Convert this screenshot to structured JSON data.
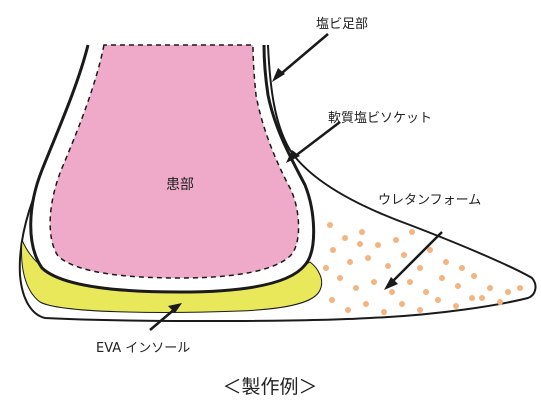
{
  "labels": {
    "pvc_foot": "塩ビ足部",
    "soft_pvc_socket": "軟質塩ビソケット",
    "affected_part": "患部",
    "urethane_foam": "ウレタンフォーム",
    "eva_insole": "EVA インソール"
  },
  "caption": "＜製作例＞",
  "colors": {
    "affected_part": "#f0aac9",
    "eva_insole": "#e8e85a",
    "foam_dots": "#f4b482",
    "outline": "#1a1a1a"
  }
}
